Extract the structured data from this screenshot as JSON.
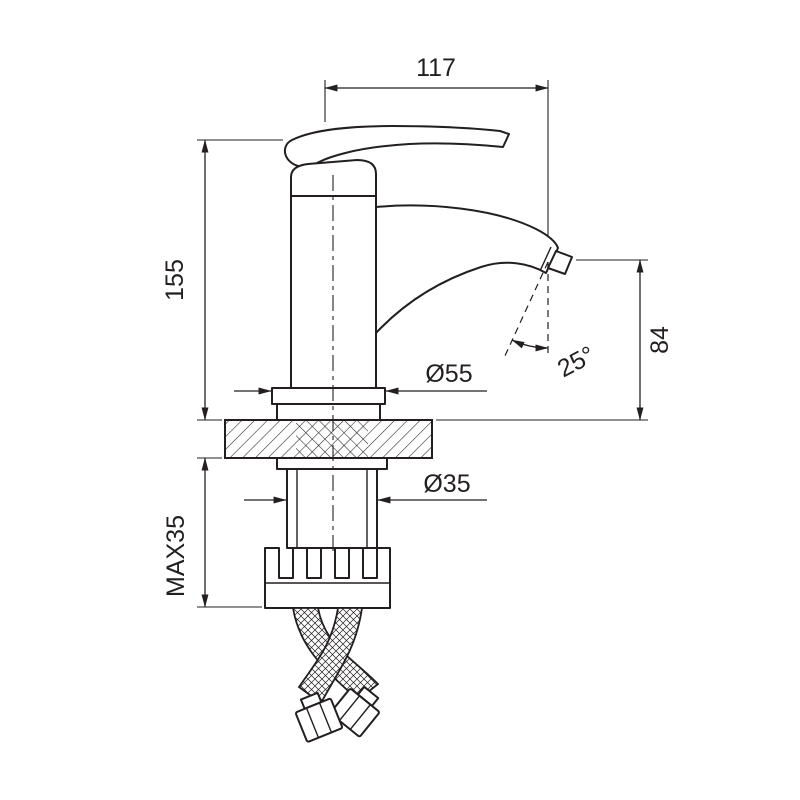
{
  "drawing": {
    "background": "#ffffff",
    "line_color": "#231f20",
    "labels": {
      "spout_reach": "117",
      "height_above_deck": "155",
      "base_diameter": "Ø55",
      "spray_angle": "25°",
      "outlet_height": "84",
      "shank_diameter": "Ø35",
      "max_deck_thickness": "MAX35"
    }
  }
}
